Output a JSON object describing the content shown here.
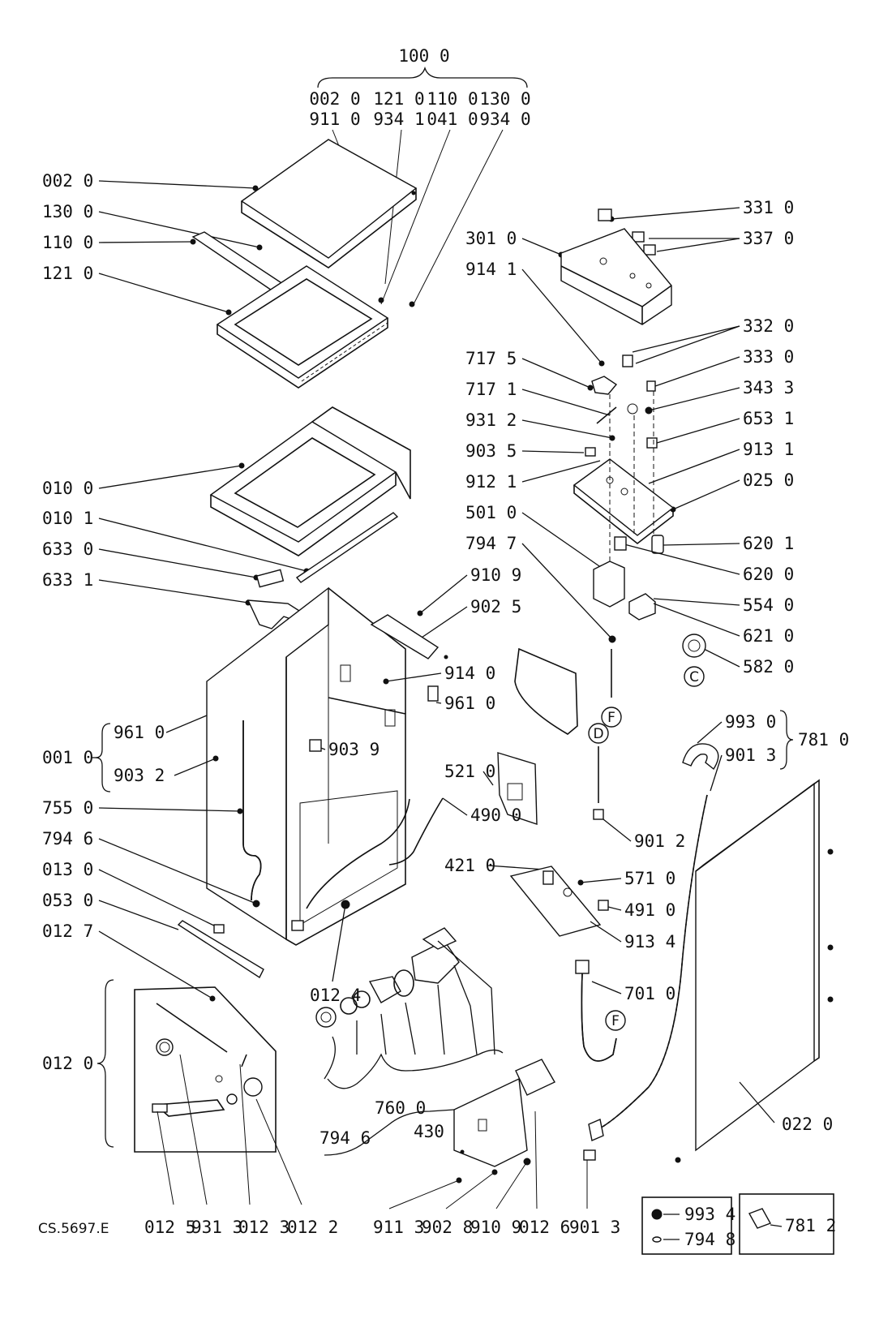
{
  "drawing_ref": "CS.5697.E",
  "group_top": {
    "title": "100 0",
    "row1": [
      "002 0",
      "121 0",
      "110 0",
      "130 0"
    ],
    "row2": [
      "911 0",
      "934 1",
      "041 0",
      "934 0"
    ]
  },
  "group_001": [
    "961 0",
    "903 2"
  ],
  "group_781": [
    "993 0",
    "901 3"
  ],
  "labels": {
    "l002": "002 0",
    "l130": "130 0",
    "l110": "110 0",
    "l121": "121 0",
    "l010": "010 0",
    "l0101": "010 1",
    "l6330": "633 0",
    "l6331": "633 1",
    "l001": "001 0",
    "l755": "755 0",
    "l7946a": "794 6",
    "l013": "013 0",
    "l053": "053 0",
    "l0127": "012 7",
    "l0120": "012 0",
    "l0125": "012 5",
    "l9313": "931 3",
    "l0123": "012 3",
    "l0122": "012 2",
    "l331": "331 0",
    "l337": "337 0",
    "l301": "301 0",
    "l9141": "914 1",
    "l332": "332 0",
    "l7175": "717 5",
    "l333": "333 0",
    "l7171": "717 1",
    "l3433": "343 3",
    "l9312": "931 2",
    "l6531": "653 1",
    "l9035": "903 5",
    "l9131": "913 1",
    "l9121": "912 1",
    "l025": "025 0",
    "l501": "501 0",
    "l7947": "794 7",
    "l6201": "620 1",
    "l6200": "620 0",
    "l554": "554 0",
    "l621": "621 0",
    "l582": "582 0",
    "l9109a": "910 9",
    "l9025": "902 5",
    "l9140": "914 0",
    "l9610": "961 0",
    "l9039": "903 9",
    "l521": "521 0",
    "l490": "490 0",
    "l421": "421 0",
    "l9012": "901 2",
    "l781": "781 0",
    "l571": "571 0",
    "l491": "491 0",
    "l9134": "913 4",
    "l701": "701 0",
    "l0124": "012 4",
    "l760": "760 0",
    "l7946b": "794 6",
    "l430": "430 0",
    "l022": "022 0",
    "l9113": "911 3",
    "l9028": "902 8",
    "l9109b": "910 9",
    "l0126": "012 6",
    "l9013": "901 3",
    "l9934": "993 4",
    "l7948": "794 8",
    "l7812": "781 2"
  },
  "markers": {
    "c": "C",
    "f1": "F",
    "d": "D",
    "f2": "F"
  }
}
